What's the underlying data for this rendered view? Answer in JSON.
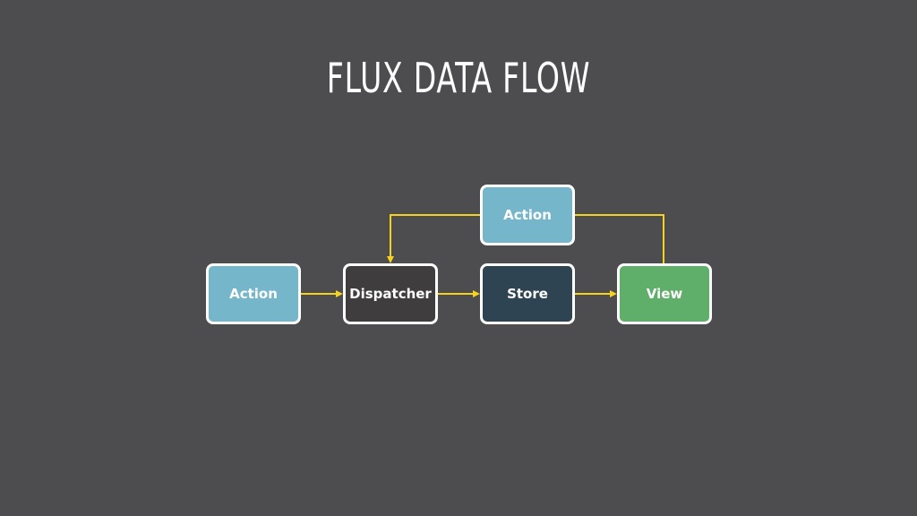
{
  "title": "FLUX DATA FLOW",
  "colors": {
    "background": "#4d4d4f",
    "connector": "#f4d21f",
    "action": "#76b6cb",
    "dispatcher": "#3f3d3e",
    "store": "#2e4453",
    "view": "#5fae69",
    "node_border": "#ffffff"
  },
  "nodes": {
    "action_left": "Action",
    "dispatcher": "Dispatcher",
    "store": "Store",
    "view": "View",
    "action_top": "Action"
  }
}
